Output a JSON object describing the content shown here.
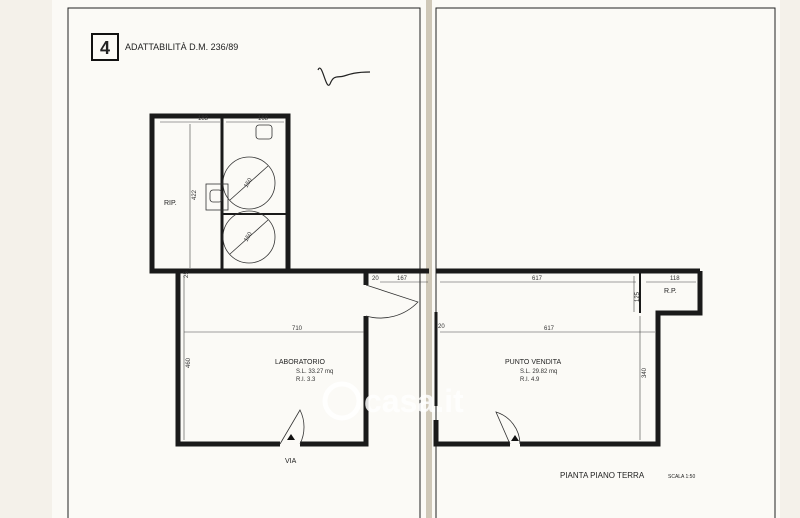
{
  "sheet": {
    "number": "4",
    "title": "ADATTABILITÀ D.M. 236/89",
    "plan_title": "PIANTA PIANO TERRA",
    "scale": "SCALA 1:50",
    "watermark": "casa.it"
  },
  "rooms": {
    "storage_left": "RIP.",
    "storage_right": "R.P.",
    "lab_name": "LABORATORIO",
    "lab_area": "S.L. 33.27 mq",
    "lab_ratio": "R.I. 3.3",
    "shop_name": "PUNTO VENDITA",
    "shop_area": "S.L. 29.82 mq",
    "shop_ratio": "R.I. 4.9",
    "street": "VIA"
  },
  "dimensions": {
    "d_top_left": "183",
    "d_top_mid": "168",
    "d_vert_rip": "422",
    "d_circle1": "150",
    "d_circle2": "150",
    "d_mid1": "167",
    "d_mid2": "617",
    "d_rp": "118",
    "d_vert_rp": "125",
    "d_full_left": "710",
    "d_full_right": "617",
    "d_vert_lab": "460",
    "d_vert_shop": "340",
    "d_small1": "20",
    "d_small2": "25",
    "d_small3": "20"
  }
}
